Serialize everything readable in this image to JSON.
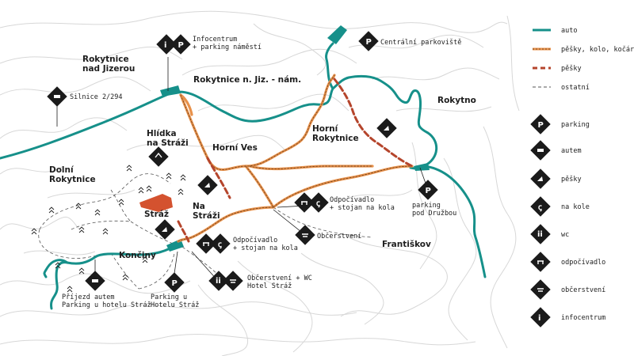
{
  "map": {
    "places": {
      "rokytnice_nad_jizerou": "Rokytnice\nnad Jizerou",
      "rokytnice_nam": "Rokytnice n. Jiz. - nám.",
      "rokytno": "Rokytno",
      "horni_rokytnice": "Horní\nRokytnice",
      "horni_ves": "Horní Ves",
      "hlidka": "Hlídka\nna Stráži",
      "dolni_rokytnice": "Dolní\nRokytnice",
      "straz": "Stráž",
      "na_strazi": "Na\nStráži",
      "konciny": "Končiny",
      "frantiskov": "Františkov"
    },
    "notes": {
      "infocentrum": "Infocentrum\n+ parking náměstí",
      "centralni_parkoviste": "Centrální parkoviště",
      "silnice": "Silnice 2/294",
      "odpocivadlo_1": "Odpočívadlo\n+ stojan na kola",
      "obcerstveni": "Občerstvení",
      "odpocivadlo_2": "Odpočívadlo\n+ stojan na kola",
      "obcerstveni_wc": "Občerstvení + WC\nHotel Stráž",
      "parking_druzbou": "parking\npod Družbou",
      "prijezd": "Příjezd autem\nParking u hotelu Stráž",
      "parking_hotel": "Parking u\nHotelu Stráž"
    }
  },
  "legend": {
    "lines": [
      {
        "label": "auto",
        "color": "#16908a",
        "style": "solid"
      },
      {
        "label": "pěšky, kolo, kočárek",
        "color": "#e8914a",
        "style": "solid"
      },
      {
        "label": "pěšky",
        "color": "#b5452c",
        "style": "dashed"
      },
      {
        "label": "ostatní",
        "color": "#555555",
        "style": "thin-dashed"
      }
    ],
    "icons": [
      {
        "label": "parking",
        "icon": "parking-icon"
      },
      {
        "label": "autem",
        "icon": "car-icon"
      },
      {
        "label": "pěšky",
        "icon": "walking-icon"
      },
      {
        "label": "na kole",
        "icon": "bicycle-icon"
      },
      {
        "label": "wc",
        "icon": "wc-icon"
      },
      {
        "label": "odpočívadlo",
        "icon": "bench-icon"
      },
      {
        "label": "občerstvení",
        "icon": "refreshment-icon"
      },
      {
        "label": "infocentrum",
        "icon": "info-icon"
      }
    ]
  },
  "colors": {
    "road": "#16908a",
    "trail": "#e8914a",
    "footpath": "#b5452c",
    "building": "#d4522f",
    "contour": "#d7d7d7",
    "marker": "#1b1b1b"
  }
}
